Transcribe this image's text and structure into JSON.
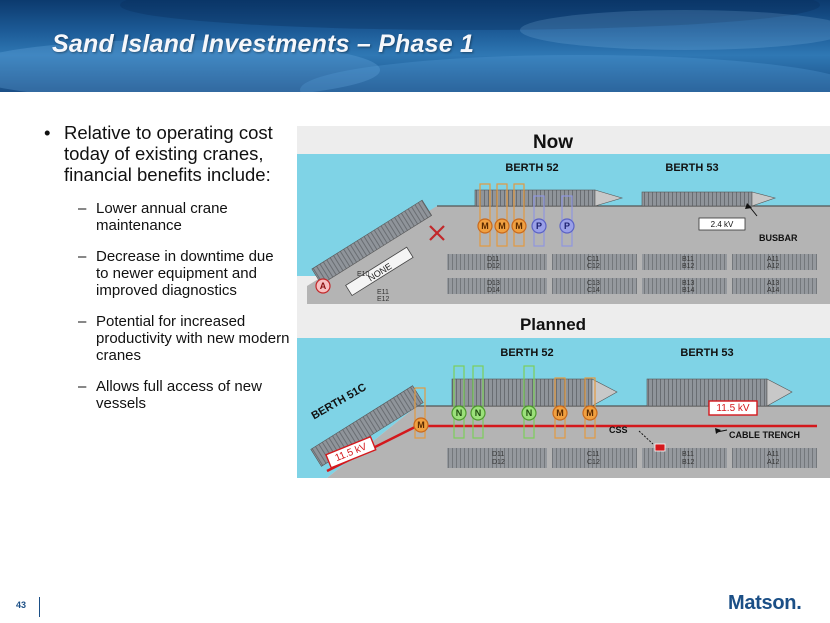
{
  "title": "Sand Island Investments – Phase 1",
  "bullet": "Relative to operating cost today of existing cranes, financial benefits include:",
  "sub_bullets": [
    "Lower annual crane maintenance",
    "Decrease in downtime due to newer equipment and improved diagnostics",
    "Potential for increased productivity with new modern cranes",
    "Allows full access of new vessels"
  ],
  "diagram": {
    "now": {
      "heading": "Now",
      "berths": [
        "BERTH 52",
        "BERTH 53"
      ],
      "labels": {
        "none": "NONE",
        "voltage": "2.4 kV",
        "busbar": "BUSBAR",
        "berth_code": "E10"
      },
      "cranes": [
        "M",
        "M",
        "M",
        "P",
        "P",
        "A"
      ],
      "blocks": [
        "D11",
        "D12",
        "C11",
        "C12",
        "B11",
        "B12",
        "A11",
        "A12",
        "D13",
        "D14",
        "C13",
        "C14",
        "B13",
        "B14",
        "A13",
        "A14",
        "E11",
        "E12"
      ]
    },
    "planned": {
      "heading": "Planned",
      "berths": [
        "BERTH 51C",
        "BERTH 52",
        "BERTH 53"
      ],
      "labels": {
        "voltage_left": "11.5 kV",
        "voltage_right": "11.5 kV",
        "css": "CSS",
        "cable_trench": "CABLE TRENCH"
      },
      "cranes": [
        "M",
        "N",
        "N",
        "N",
        "M",
        "M"
      ],
      "blocks": [
        "D11",
        "D12",
        "C11",
        "C12",
        "B11",
        "B12",
        "A11",
        "A12"
      ]
    },
    "colors": {
      "water": "#7fd3e6",
      "crane_m": "#f0a040",
      "crane_p": "#9aa0e8",
      "crane_n": "#9be07a",
      "cable": "#d4181c"
    }
  },
  "footer": {
    "page_number": "43",
    "logo": "Matson."
  }
}
